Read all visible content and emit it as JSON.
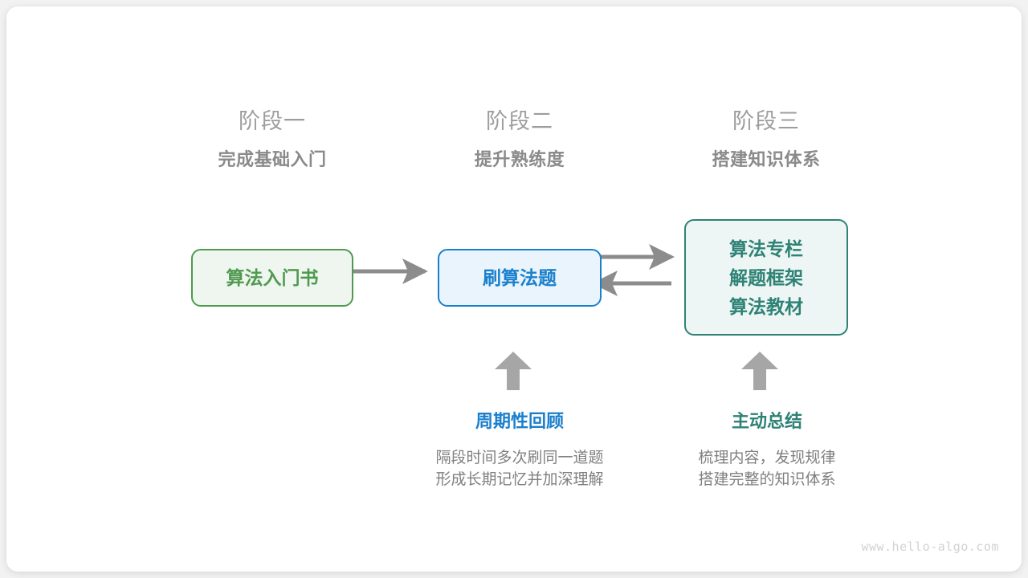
{
  "canvas": {
    "background": "#ffffff",
    "page_background": "#f2f2f2"
  },
  "stages": [
    {
      "title": "阶段一",
      "subtitle": "完成基础入门",
      "title_color": "#9d9d9d",
      "subtitle_color": "#8a8a8a"
    },
    {
      "title": "阶段二",
      "subtitle": "提升熟练度",
      "title_color": "#9d9d9d",
      "subtitle_color": "#8a8a8a"
    },
    {
      "title": "阶段三",
      "subtitle": "搭建知识体系",
      "title_color": "#9d9d9d",
      "subtitle_color": "#8a8a8a"
    }
  ],
  "nodes": {
    "book": {
      "label": "算法入门书",
      "fill": "#eff6ef",
      "border": "#4f9a4f",
      "text": "#4f9a4f"
    },
    "practice": {
      "label": "刷算法题",
      "fill": "#e9f4fd",
      "border": "#1b80cc",
      "text": "#1b80cc"
    },
    "resources": {
      "line1": "算法专栏",
      "line2": "解题框架",
      "line3": "算法教材",
      "fill": "#edf6f4",
      "border": "#2f8276",
      "text": "#2f8276"
    }
  },
  "arrows": {
    "color": "#8c8c8c",
    "book_to_practice": "arrow-right",
    "practice_to_resources": "arrow-right",
    "resources_to_practice": "arrow-left",
    "up_arrow_review": "arrow-up",
    "up_arrow_summary": "arrow-up"
  },
  "notes": [
    {
      "title": "周期性回顾",
      "title_color": "#1b80cc",
      "line1": "隔段时间多次刷同一道题",
      "line2": "形成长期记忆并加深理解",
      "body_color": "#808080"
    },
    {
      "title": "主动总结",
      "title_color": "#2f8276",
      "line1": "梳理内容，发现规律",
      "line2": "搭建完整的知识体系",
      "body_color": "#808080"
    }
  ],
  "watermark": {
    "text": "www.hello-algo.com",
    "color": "#d2d2d2"
  }
}
